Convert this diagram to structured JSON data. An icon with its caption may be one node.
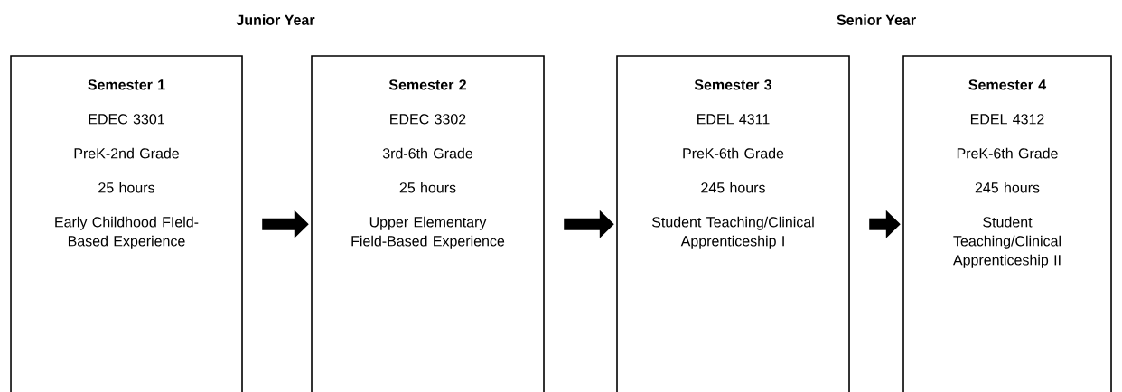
{
  "diagram": {
    "nodes": [
      {
        "text": [
          "Semester 1",
          "EDEC 3301",
          "PreK-2nd Grade",
          "25 hours",
          "Early Childhood FIeld-Based Experience"
        ]
      },
      {
        "text": [
          "Semester 2",
          "EDEC 3302",
          "3rd-6th Grade",
          "25 hours",
          "Upper Elementary Field-Based Experience"
        ]
      },
      {
        "text": [
          "Semester 3",
          "EDEL 4311",
          "PreK-6th Grade",
          "245 hours",
          "Student Teaching/Clinical Apprenticeship I"
        ]
      },
      {
        "text": [
          "Semester 4",
          "EDEL 4312",
          "PreK-6th Grade",
          "245 hours",
          "Student Teaching/Clinical Apprenticeship II"
        ]
      }
    ],
    "edges": [
      {
        "from": 0,
        "to": 1,
        "arrow": "to"
      },
      {
        "from": 1,
        "to": 2,
        "arrow": "to"
      },
      {
        "from": 2,
        "to": 3,
        "arrow": "to"
      }
    ],
    "labels": [
      "Junior Year",
      "Senior Year"
    ]
  }
}
